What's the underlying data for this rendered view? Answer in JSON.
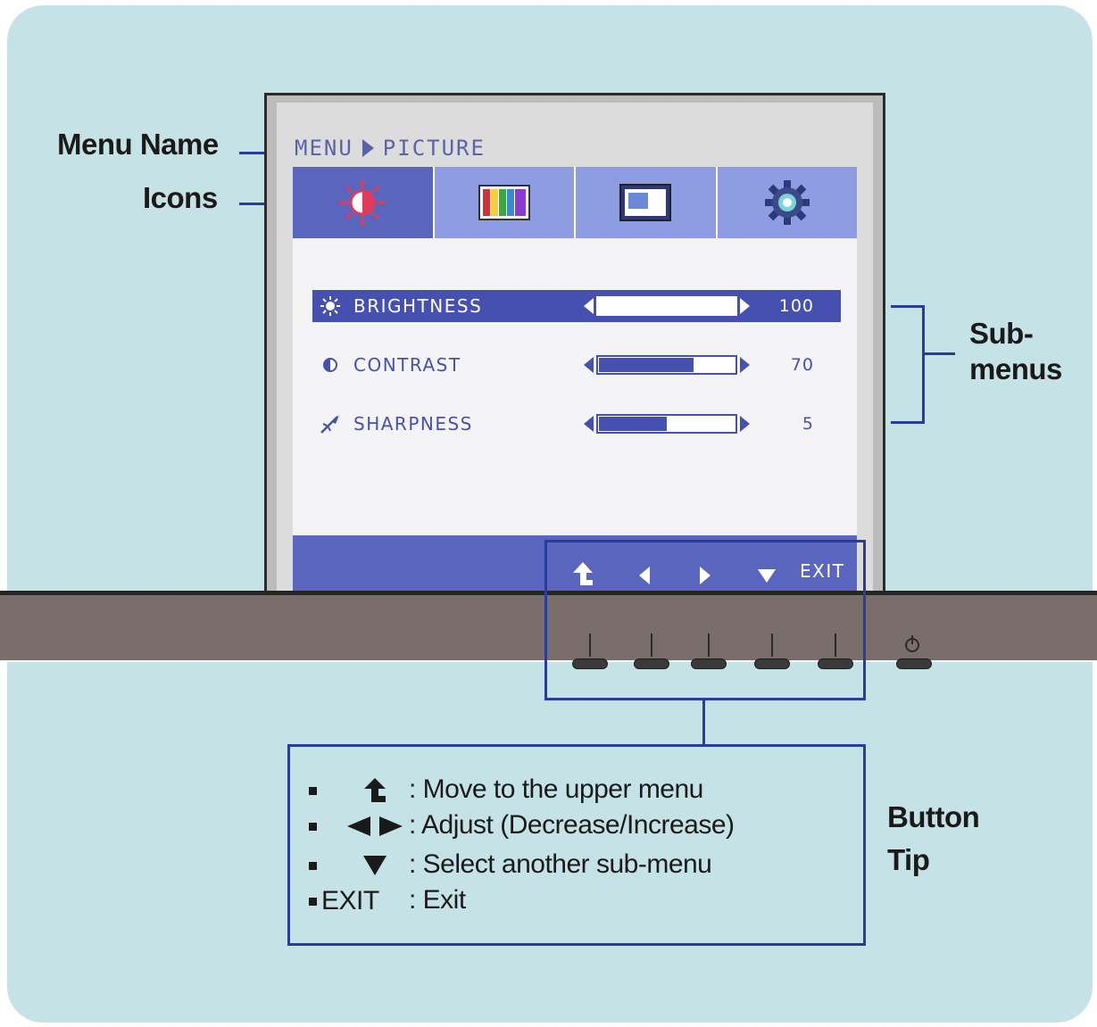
{
  "callouts": {
    "menu_name": "Menu Name",
    "icons": "Icons",
    "submenus_line1": "Sub-",
    "submenus_line2": "menus",
    "button_tip_line1": "Button",
    "button_tip_line2": "Tip"
  },
  "osd": {
    "menu_label": "MENU",
    "current_menu": "PICTURE",
    "icon_tabs": [
      "sun-icon",
      "color-bars-icon",
      "screen-position-icon",
      "gear-icon"
    ],
    "submenus": [
      {
        "label": "BRIGHTNESS",
        "value": "100",
        "level_percent": 100,
        "icon": "sun-icon",
        "selected": true
      },
      {
        "label": "CONTRAST",
        "value": "70",
        "level_percent": 70,
        "icon": "contrast-icon",
        "selected": false
      },
      {
        "label": "SHARPNESS",
        "value": "5",
        "level_percent": 50,
        "icon": "sharpness-icon",
        "selected": false
      }
    ],
    "exit_label": "EXIT"
  },
  "button_tips": [
    {
      "symbol": "up-arrow-icon",
      "text": ": Move to the upper menu"
    },
    {
      "symbol": "left-right-arrow-icon",
      "text": ": Adjust (Decrease/Increase)"
    },
    {
      "symbol": "down-arrow-icon",
      "text": ": Select another sub-menu"
    },
    {
      "symbol": "EXIT",
      "text": ": Exit"
    }
  ],
  "colors": {
    "background": "#c5e2e6",
    "osd_blue": "#4650b0",
    "tab_light": "#8d9ce3",
    "tab_active": "#5a66bd",
    "callout_line": "#2b3d9a",
    "bezel": "#7a6e6a"
  }
}
